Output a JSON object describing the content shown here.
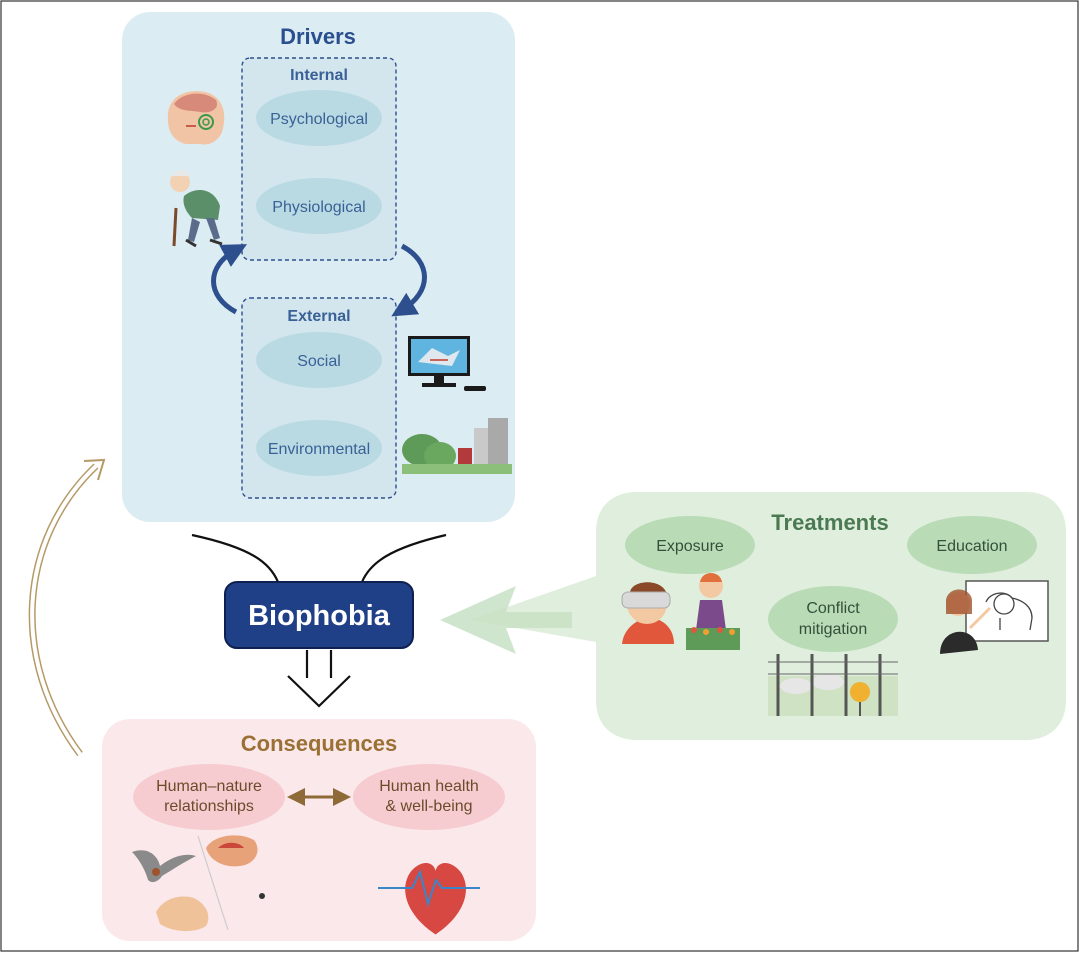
{
  "drivers": {
    "title": "Drivers",
    "internal": {
      "label": "Internal",
      "items": [
        "Psychological",
        "Physiological"
      ]
    },
    "external": {
      "label": "External",
      "items": [
        "Social",
        "Environmental"
      ]
    }
  },
  "center": {
    "label": "Biophobia"
  },
  "consequences": {
    "title": "Consequences",
    "left_line1": "Human–nature",
    "left_line2": "relationships",
    "right_line1": "Human health",
    "right_line2": "& well-being"
  },
  "treatments": {
    "title": "Treatments",
    "exposure": "Exposure",
    "education": "Education",
    "conflict_line1": "Conflict",
    "conflict_line2": "mitigation"
  },
  "colors": {
    "drivers_panel": "#dcecf3",
    "drivers_title": "#2a4f8f",
    "driver_ellipse": "#b9dae3",
    "driver_text": "#3a6197",
    "biophobia_box": "#1f3f86",
    "consequences_panel": "#fbe8ea",
    "consequences_title": "#9a7034",
    "consequence_ellipse": "#f6ccd1",
    "consequence_text": "#6b4b2a",
    "treatments_panel": "#e0efdd",
    "treatments_title": "#4b7a52",
    "treatment_ellipse": "#b9dbb6",
    "treatment_text": "#33513a",
    "feedback_arrow": "#b59a66",
    "cycle_arrow": "#2d4f8e",
    "heart": "#d64841"
  }
}
